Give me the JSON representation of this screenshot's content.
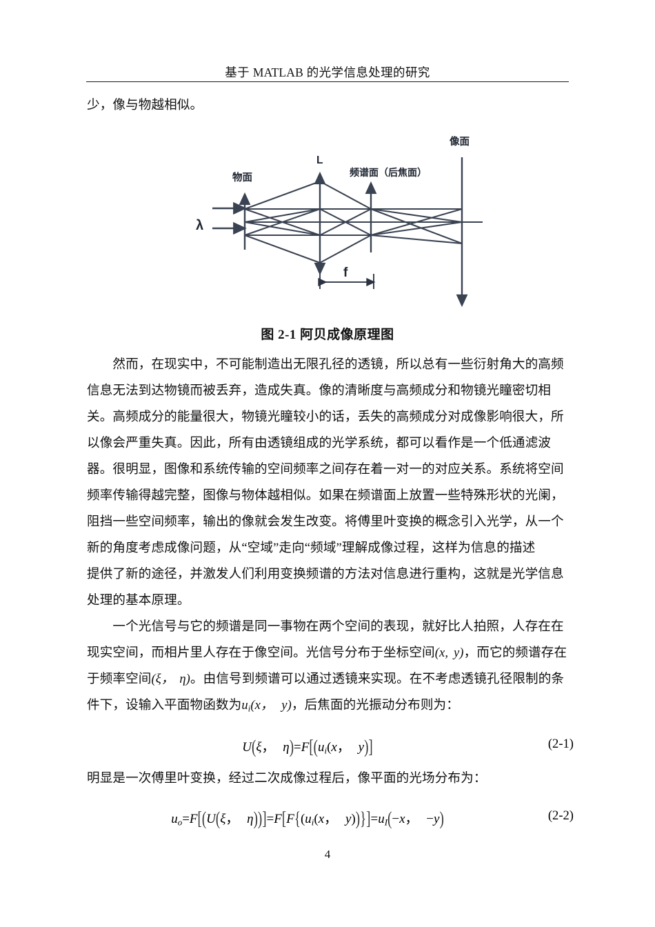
{
  "document": {
    "header_title_cn_1": "基于 ",
    "header_title_latin": "MATLAB",
    "header_title_cn_2": " 的光学信息处理的研究",
    "page_number": "4"
  },
  "body": {
    "line_top": "少，像与物越相似。",
    "paragraph1_lines": [
      "　　然而，在现实中，不可能制造出无限孔径的透镜，所以总有一些衍射角大的高频",
      "信息无法到达物镜而被丢弃，造成失真。像的清晰度与高频成分和物镜光瞳密切相",
      "关。高频成分的能量很大，物镜光瞳较小的话，丢失的高频成分对成像影响很大，所",
      "以像会严重失真。因此，所有由透镜组成的光学系统，都可以看作是一个低通滤波",
      "器。很明显，图像和系统传输的空间频率之间存在着一对一的对应关系。系统将空间",
      "频率传输得越完整，图像与物体越相似。如果在频谱面上放置一些特殊形状的光阑，",
      "阻挡一些空间频率，输出的像就会发生改变。将傅里叶变换的概念引入光学，从一个",
      "新的角度考虑成像问题，从“空域”走向“频域”理解成像过程，这样为信息的描述",
      "提供了新的途径，并激发人们利用变换频谱的方法对信息进行重构，这就是光学信息",
      "处理的基本原理。"
    ],
    "paragraph2_line1": "　　一个光信号与它的频谱是同一事物在两个空间的表现，就好比人拍照，人存在在",
    "paragraph2_line2_a": "现实空间，而相片里人存在于像空间。光信号分布于坐标空间",
    "paragraph2_line2_math": "(x, y)",
    "paragraph2_line2_b": "，而它的频谱存在",
    "paragraph2_line3_a": "于频率空间",
    "paragraph2_line3_math": "(ξ， η)",
    "paragraph2_line3_b": "。由信号到频谱可以通过透镜来实现。在不考虑透镜孔径限制的条",
    "paragraph2_line4_a": "件下，设输入平面物函数为",
    "paragraph2_line4_math": "u_i(x， y)",
    "paragraph2_line4_b": "，后焦面的光振动分布则为：",
    "line_after_eq1": "明显是一次傅里叶变换，经过二次成像过程后，像平面的光场分布为："
  },
  "equations": {
    "eq1_number": "(2-1)",
    "eq1_text": "U(ξ， η)=F[(u_i(x， y)]",
    "eq2_number": "(2-2)",
    "eq2_text": "u_o=F[(U(ξ， η))]=F[F{(u_i(x， y))}]=u_I(−x， −y)"
  },
  "figure": {
    "caption_num": "图 2-1 ",
    "caption_title": "阿贝成像原理图",
    "labels": {
      "object_plane": "物面",
      "lens": "L",
      "spectrum_plane": "频谱面（后焦面）",
      "image_plane": "像面",
      "wavelength": "λ",
      "focal_length": "f"
    },
    "stroke_color": "#3a4352"
  }
}
